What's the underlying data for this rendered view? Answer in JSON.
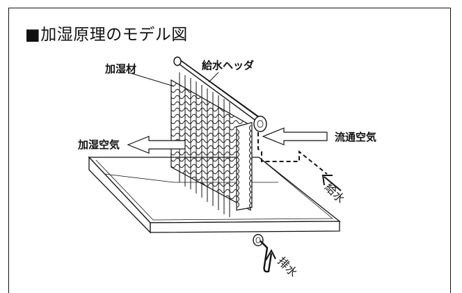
{
  "title": "■加湿原理のモデル図",
  "labels": {
    "humidifying_material": "加湿材",
    "water_supply_header": "給水ヘッダ",
    "humidified_air": "加湿空気",
    "circulating_air": "流通空気",
    "water_supply": "給水",
    "drainage": "排水"
  }
}
